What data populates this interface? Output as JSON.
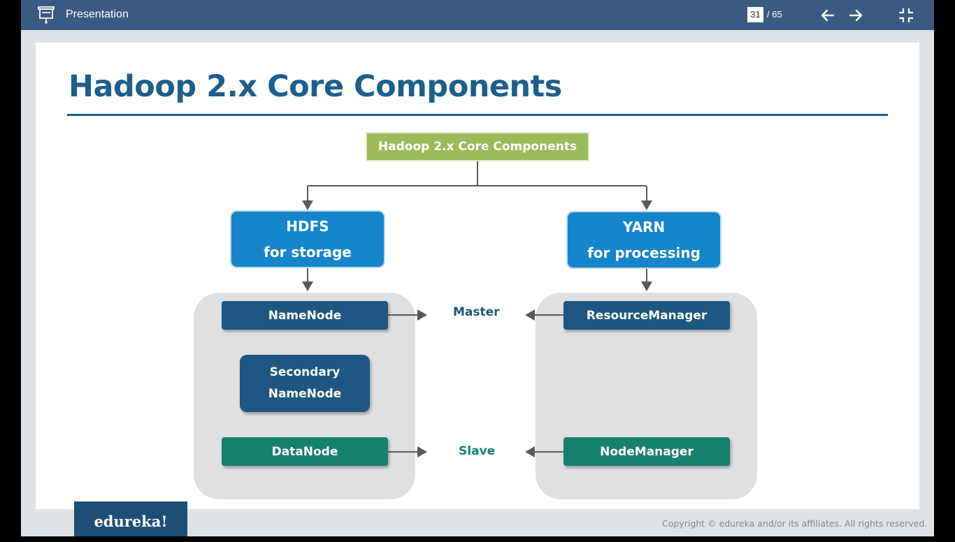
{
  "toolbar": {
    "title": "Presentation",
    "current_page": "31",
    "total_pages": "/ 65"
  },
  "slide": {
    "title": "Hadoop 2.x Core Components",
    "root": "Hadoop 2.x Core Components",
    "hdfs": {
      "line1": "HDFS",
      "line2": "for storage"
    },
    "yarn": {
      "line1": "YARN",
      "line2": "for processing"
    },
    "namenode": "NameNode",
    "secondary": {
      "line1": "Secondary",
      "line2": "NameNode"
    },
    "datanode": "DataNode",
    "resourcemanager": "ResourceManager",
    "nodemanager": "NodeManager",
    "master": "Master",
    "slave": "Slave"
  },
  "footer": {
    "logo": "edureka!",
    "copyright": "Copyright © edureka and/or its affiliates. All rights reserved."
  },
  "colors": {
    "toolbar": "#3b5a82",
    "title": "#1d5f8a",
    "root_box": "#9bbb59",
    "light_blue": "#1485c8",
    "dark_blue": "#1d5680",
    "teal": "#17806d"
  }
}
